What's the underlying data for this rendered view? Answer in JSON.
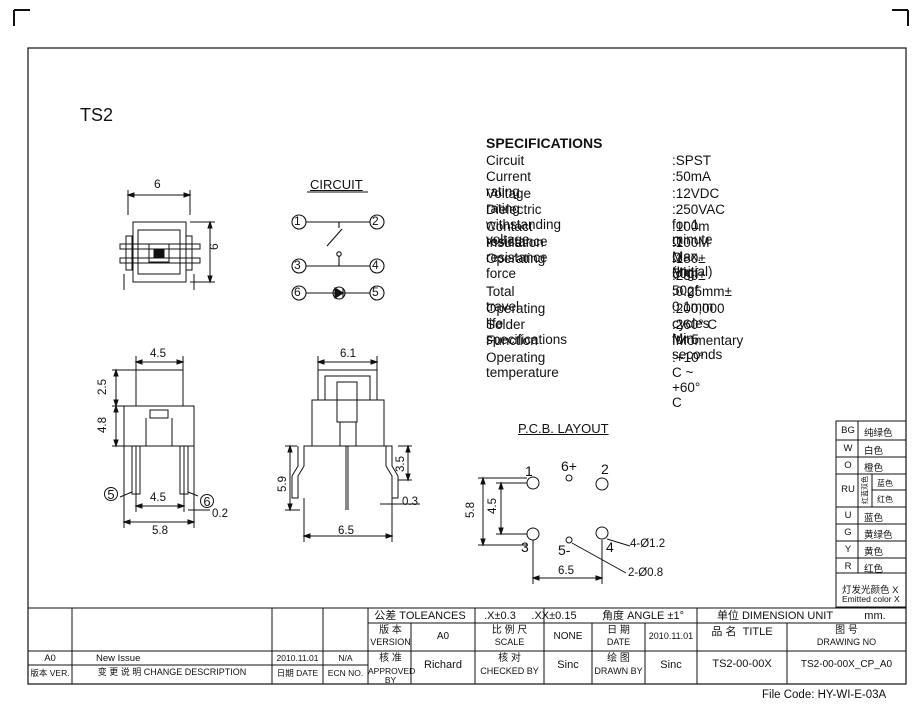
{
  "title": "TS2",
  "specs_heading": "SPECIFICATIONS",
  "specs": [
    {
      "k": "Circuit",
      "v": ":SPST"
    },
    {
      "k": "Current rating",
      "v": ":50mA"
    },
    {
      "k": "Voltage rating",
      "v": ":12VDC"
    },
    {
      "k": "Dielectric withstanding voltage",
      "v": ":250VAC for 1 minute"
    },
    {
      "k": "Contact resistance",
      "v": ":100m Ω  Max. (Initial)"
    },
    {
      "k": "Insulation resistance",
      "v": ":100M Ω  Min."
    },
    {
      "k": "Operating force",
      "v": ":180± 50gf"
    },
    {
      "k": "",
      "v": ":250± 50gf"
    },
    {
      "k": "Total travel",
      "v": ":0.25mm± 0.1mm"
    },
    {
      "k": "Operating life",
      "v": ":200,000 cycles Min"
    },
    {
      "k": "Solder specifications",
      "v": ":260° C for 5 seconds"
    },
    {
      "k": "Function",
      "v": ":Momentary"
    },
    {
      "k": "Operating temperature",
      "v": ":+10° C ~ +60° C"
    }
  ],
  "circuit": {
    "title": "CIRCUIT",
    "pins": [
      "1",
      "2",
      "3",
      "4",
      "6",
      "5"
    ]
  },
  "pcb": {
    "title": "P.C.B. LAYOUT",
    "labels": [
      "1",
      "6+",
      "2",
      "3",
      "5-",
      "4"
    ],
    "dims": [
      "5.8",
      "4.5",
      "6.5",
      "4-Ø1.2",
      "2-Ø0.8"
    ]
  },
  "top_view": {
    "w": "6",
    "h": "6"
  },
  "front_view": {
    "dims": [
      "4.5",
      "2.5",
      "4.8",
      "4.5",
      "0.2",
      "5.8"
    ],
    "pins": [
      "5",
      "6"
    ]
  },
  "side_view": {
    "dims": [
      "6.1",
      "3.5",
      "5.9",
      "0.3",
      "6.5"
    ]
  },
  "colors": {
    "header": [
      "BG",
      "W",
      "O",
      "RU",
      "U",
      "G",
      "Y",
      "R"
    ],
    "names": [
      "纯绿色",
      "白色",
      "橙色",
      "",
      "蓝色",
      "黄绿色",
      "黄色",
      "红色"
    ],
    "ru_sub": [
      "蓝色",
      "红色"
    ],
    "ru_side": "红蓝双色",
    "footer1": "灯发光颜色 X",
    "footer2": "Emitted color X"
  },
  "title_block": {
    "tol_cn": "公差 TOLEANCES",
    "tol1": ".X±0.3",
    "tol2": ".XX±0.15",
    "angle": "角度 ANGLE ±1°",
    "unit": "单位  DIMENSION UNIT",
    "unit_val": "mm.",
    "version_cn": "版 本",
    "version_en": "VERSION",
    "version_val": "A0",
    "scale_cn": "比 例 尺",
    "scale_en": "SCALE",
    "scale_val": "NONE",
    "date_cn": "日 期",
    "date_en": "DATE",
    "date_val": "2010.11.01",
    "name_cn": "品  名",
    "name_en": "TITLE",
    "drawno_cn": "图  号",
    "drawno_en": "DRAWING NO",
    "approved_cn": "核 准",
    "approved_en": "APPROVED BY",
    "approved_val": "Richard",
    "checked_cn": "核 对",
    "checked_en": "CHECKED BY",
    "checked_val": "Sinc",
    "drawn_cn": "绘 图",
    "drawn_en": "DRAWN BY",
    "drawn_val": "Sinc",
    "title_val": "TS2-00-00X",
    "drawno_val": "TS2-00-00X_CP_A0",
    "rev_ver": "A0",
    "rev_desc": "New Issue",
    "rev_date": "2010.11.01",
    "rev_ecn": "N/A",
    "h_ver": "版本 VER.",
    "h_desc": "变 更 说 明   CHANGE DESCRIPTION",
    "h_date": "日期 DATE",
    "h_ecn": "ECN NO."
  },
  "file_code": "File Code: HY-WI-E-03A"
}
